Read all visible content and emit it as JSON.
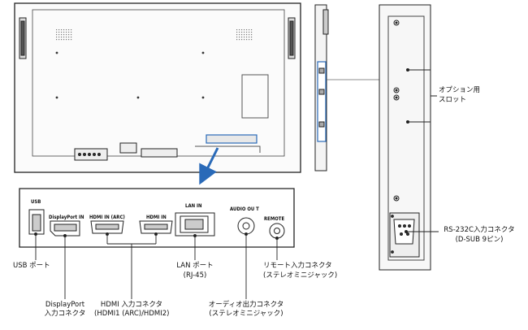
{
  "panel_labels": {
    "usb": "USB",
    "displayport_in": "DisplayPort IN",
    "hdmi_in_arc": "HDMI IN (ARC)",
    "hdmi_in": "HDMI IN",
    "lan_in": "LAN IN",
    "audio_out": "AUDIO OU T",
    "remote": "REMOTE"
  },
  "callouts": {
    "usb_port": "USB ポート",
    "displayport_line1": "DisplayPort",
    "displayport_line2": "入力コネクタ",
    "hdmi_line1": "HDMI 入力コネクタ",
    "hdmi_line2": "(HDMI1 (ARC)/HDMI2)",
    "lan_line1": "LAN ポート",
    "lan_line2": "(RJ-45)",
    "audio_line1": "オーディオ出力コネクタ",
    "audio_line2": "(ステレオミニジャック)",
    "remote_line1": "リモート入力コネクタ",
    "remote_line2": "(ステレオミニジャック)",
    "option_slot_line1": "オプション用",
    "option_slot_line2": "スロット",
    "rs232c_line1": "RS-232C入力コネクタ",
    "rs232c_line2": "(D-SUB 9ピン)"
  },
  "colors": {
    "line": "#222222",
    "accent_blue": "#2a6ab8"
  }
}
